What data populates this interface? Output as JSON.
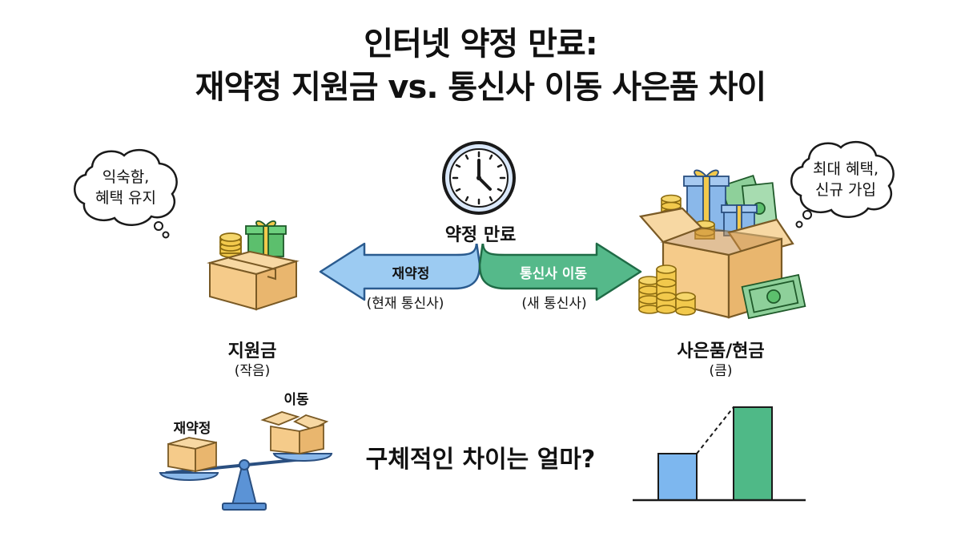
{
  "title": {
    "line1": "인터넷 약정 만료:",
    "line2": "재약정 지원금 vs. 통신사 이동 사은품 차이"
  },
  "center": {
    "clock_label": "약정 만료"
  },
  "left_branch": {
    "arrow_label": "재약정",
    "arrow_sub": "(현재 통신사)",
    "thought": [
      "익숙함,",
      "혜택 유지"
    ],
    "item_label": "지원금",
    "item_sub": "(작음)"
  },
  "right_branch": {
    "arrow_label": "통신사 이동",
    "arrow_sub": "(새 통신사)",
    "thought": [
      "최대 혜택,",
      "신규 가입"
    ],
    "item_label": "사은품/현금",
    "item_sub": "(큼)"
  },
  "scale": {
    "left_label": "재약정",
    "right_label": "이동"
  },
  "question": "구체적인 차이는 얼마?",
  "chart_data": {
    "type": "bar",
    "values": [
      1,
      2
    ],
    "colors": [
      "#7db7ef",
      "#4fb987"
    ]
  },
  "colors": {
    "left_arrow": "#9ccbf2",
    "right_arrow": "#55b98a",
    "box": "#f5cb8a",
    "coin": "#f2c94c",
    "gift": "#5cbf6d",
    "clock": "#dbe9fb"
  },
  "icons": [
    "clock-icon",
    "thought-bubble-icon",
    "box-icon",
    "coin-stack-icon",
    "gift-icon",
    "cash-icon",
    "scale-icon"
  ]
}
